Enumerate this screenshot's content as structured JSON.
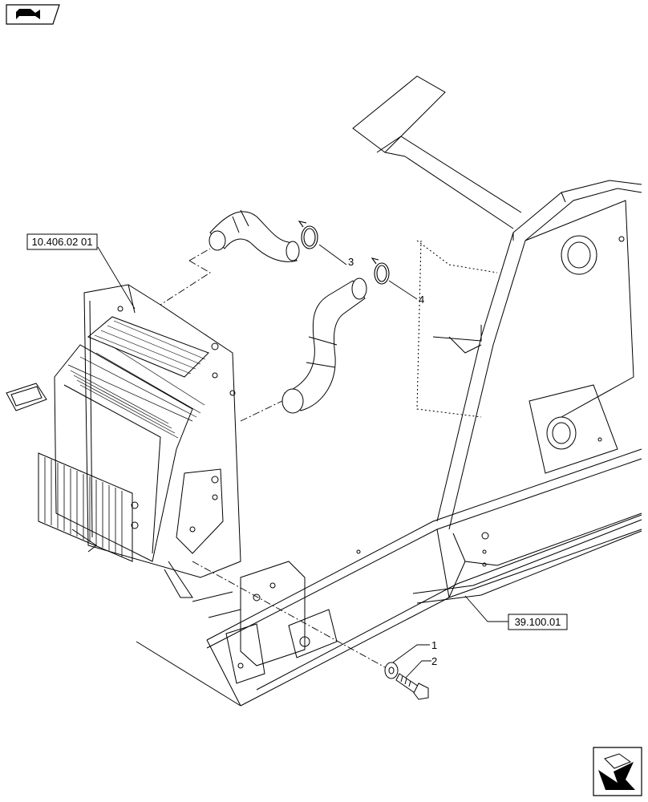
{
  "nav": {
    "top_icon": "book-arrow-icon",
    "bottom_icon": "next-page-arrow-icon"
  },
  "references": {
    "radiator_ref": "10.406.02 01",
    "frame_ref": "39.100.01"
  },
  "callouts": [
    "1",
    "2",
    "3",
    "4"
  ]
}
